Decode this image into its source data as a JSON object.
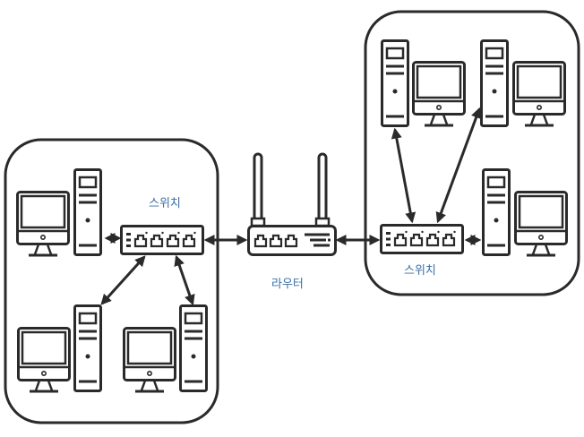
{
  "diagram": {
    "type": "network-topology",
    "stroke_color": "#2a2a2a",
    "label_color": "#3a6ea5",
    "groups": [
      {
        "id": "lan-left",
        "switch_label": "스위치",
        "pc_count": 3
      },
      {
        "id": "lan-right",
        "switch_label": "스위치",
        "pc_count": 3
      }
    ],
    "router": {
      "label": "라우터"
    },
    "connections": [
      {
        "from": "left-switch",
        "to": "left-pc-1",
        "bidirectional": true
      },
      {
        "from": "left-switch",
        "to": "left-pc-2",
        "bidirectional": true
      },
      {
        "from": "left-switch",
        "to": "left-pc-3",
        "bidirectional": true
      },
      {
        "from": "left-switch",
        "to": "router",
        "bidirectional": true
      },
      {
        "from": "router",
        "to": "right-switch",
        "bidirectional": true
      },
      {
        "from": "right-switch",
        "to": "right-pc-1",
        "bidirectional": true
      },
      {
        "from": "right-switch",
        "to": "right-pc-2",
        "bidirectional": true
      },
      {
        "from": "right-switch",
        "to": "right-pc-3",
        "bidirectional": true
      }
    ]
  }
}
